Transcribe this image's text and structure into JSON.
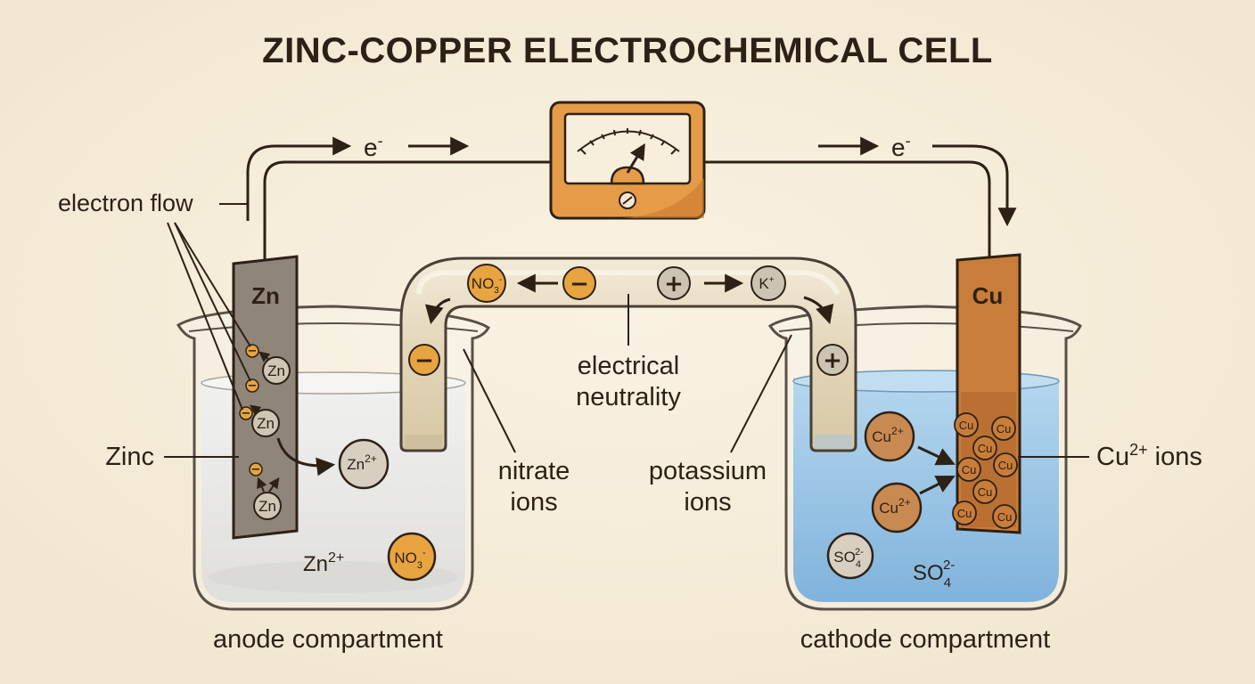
{
  "title": "ZINC-COPPER ELECTROCHEMICAL CELL",
  "labels": {
    "electron_flow": "electron flow",
    "zinc": "Zinc",
    "anode": "anode compartment",
    "cathode": "cathode compartment",
    "nitrate_1": "nitrate",
    "nitrate_2": "ions",
    "potassium_1": "potassium",
    "potassium_2": "ions",
    "neutrality_1": "electrical",
    "neutrality_2": "neutrality",
    "cu_ions": "Cu",
    "cu_ions_sup": "2+",
    "cu_ions_tail": " ions"
  },
  "electrodes": {
    "anode": "Zn",
    "cathode": "Cu"
  },
  "electron": {
    "base": "e",
    "sup": "-"
  },
  "ions": {
    "zn": "Zn",
    "zn2_base": "Zn",
    "zn2_sup": "2+",
    "no3_base": "NO",
    "no3_sub": "3",
    "no3_sup": "-",
    "k_base": "K",
    "k_sup": "+",
    "cu": "Cu",
    "cu2_base": "Cu",
    "cu2_sup": "2+",
    "so4_base": "SO",
    "so4_sub": "4",
    "so4_sup": "2-"
  },
  "signs": {
    "minus": "−",
    "plus": "+"
  },
  "colors": {
    "background": "#f6eedd",
    "zinc": "#8f8578",
    "copper": "#c97d3a",
    "anode_solution": "#e4e3e0",
    "cathode_solution": "#7ab3dd",
    "meter": "#e39a45",
    "ion_orange": "#e8a440",
    "ion_gray": "#ccc3b3",
    "copper_ion": "#c98a52",
    "ink": "#2d2116"
  }
}
